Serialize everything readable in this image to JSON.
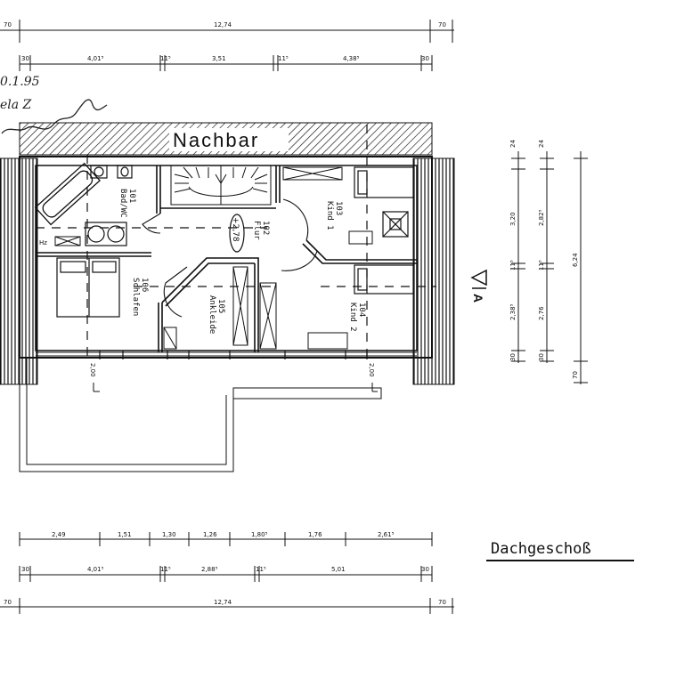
{
  "plan": {
    "title": "Dachgeschoß",
    "neighbor_label": "Nachbar",
    "section_marker": "A",
    "handwriting": [
      "0.1.95",
      "ela Z"
    ],
    "heater_label": "Hz",
    "elevation": "+2,78",
    "dim_marks": {
      "d200_left": "2,00",
      "d200_right": "2,00"
    },
    "rooms": {
      "r101": {
        "number": "101",
        "name": "Bad/WC"
      },
      "r102": {
        "number": "102",
        "name": "Flur"
      },
      "r103": {
        "number": "103",
        "name": "Kind 1"
      },
      "r104": {
        "number": "104",
        "name": "Kind 2"
      },
      "r105": {
        "number": "105",
        "name": "Ankleide"
      },
      "r106": {
        "number": "106",
        "name": "Schlafen"
      }
    }
  },
  "dimensions": {
    "top_overall": {
      "left": "70",
      "total": "12,74",
      "right": "70"
    },
    "top_inner": [
      "30",
      "4,01⁵",
      "11⁵",
      "3,51",
      "11⁵",
      "4,38⁵",
      "30"
    ],
    "bottom_row1": [
      "2,49",
      "1,51",
      "1,30",
      "1,26",
      "1,80⁵",
      "1,76",
      "2,61⁵"
    ],
    "bottom_row2": [
      "30",
      "4,01⁵",
      "11⁵",
      "2,88⁵",
      "11⁵",
      "5,01",
      "30"
    ],
    "bottom_overall": {
      "left": "70",
      "total": "12,74",
      "right": "70"
    },
    "right_inner": [
      "24",
      "3,20",
      "11⁵",
      "2,38⁵",
      "30"
    ],
    "right_inner2": [
      "24",
      "2,82⁵",
      "11⁵",
      "2,76",
      "30"
    ],
    "right_total": "6,24",
    "right_bottom": "70"
  }
}
